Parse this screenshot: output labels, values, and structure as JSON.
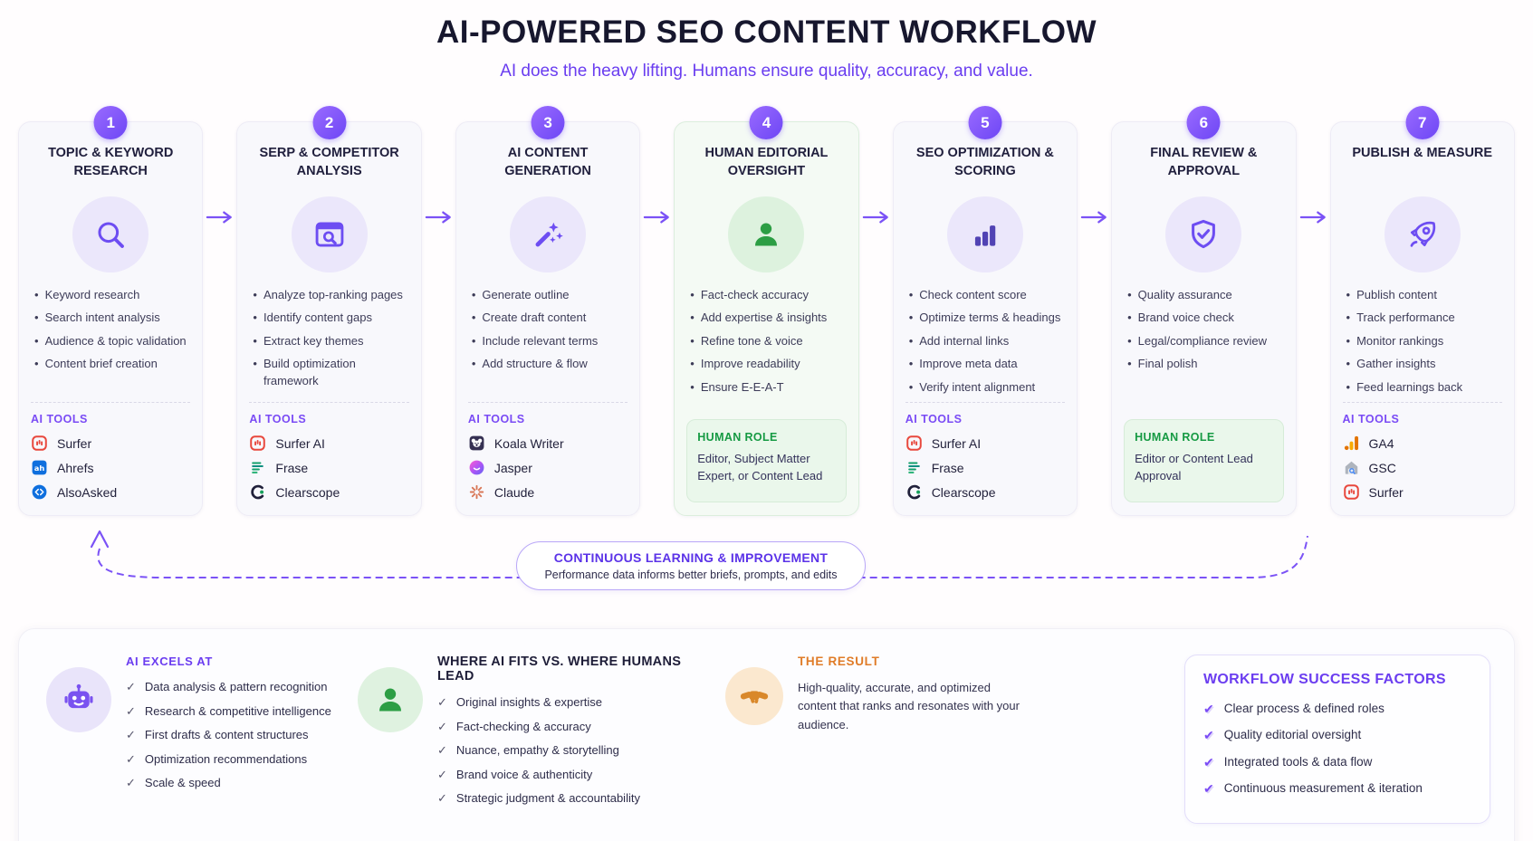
{
  "page": {
    "title": "AI-POWERED SEO CONTENT WORKFLOW",
    "subtitle": "AI does the heavy lifting. Humans ensure quality, accuracy, and value."
  },
  "colors": {
    "accent": "#6d4df2",
    "green": "#2c9e44",
    "orange": "#e07c28",
    "badge": "#7b52f6"
  },
  "steps": [
    {
      "number": "1",
      "title": "TOPIC & KEYWORD RESEARCH",
      "icon": "search-icon",
      "bullets": [
        "Keyword research",
        "Search intent analysis",
        "Audience & topic validation",
        "Content brief creation"
      ],
      "tools_label": "AI TOOLS",
      "tools": [
        {
          "name": "Surfer",
          "icon": "surfer-icon"
        },
        {
          "name": "Ahrefs",
          "icon": "ahrefs-icon"
        },
        {
          "name": "AlsoAsked",
          "icon": "alsoasked-icon"
        }
      ]
    },
    {
      "number": "2",
      "title": "SERP & COMPETITOR ANALYSIS",
      "icon": "serp-browser-icon",
      "bullets": [
        "Analyze top-ranking pages",
        "Identify content gaps",
        "Extract key themes",
        "Build optimization framework"
      ],
      "tools_label": "AI TOOLS",
      "tools": [
        {
          "name": "Surfer AI",
          "icon": "surfer-icon"
        },
        {
          "name": "Frase",
          "icon": "frase-icon"
        },
        {
          "name": "Clearscope",
          "icon": "clearscope-icon"
        }
      ]
    },
    {
      "number": "3",
      "title": "AI CONTENT GENERATION",
      "icon": "magic-wand-icon",
      "bullets": [
        "Generate outline",
        "Create draft content",
        "Include relevant terms",
        "Add structure & flow"
      ],
      "tools_label": "AI TOOLS",
      "tools": [
        {
          "name": "Koala Writer",
          "icon": "koala-icon"
        },
        {
          "name": "Jasper",
          "icon": "jasper-icon"
        },
        {
          "name": "Claude",
          "icon": "claude-icon"
        }
      ]
    },
    {
      "number": "4",
      "title": "HUMAN EDITORIAL OVERSIGHT",
      "icon": "person-icon",
      "theme": "green",
      "bullets": [
        "Fact-check accuracy",
        "Add expertise & insights",
        "Refine tone & voice",
        "Improve readability",
        "Ensure E-E-A-T"
      ],
      "role_label": "HUMAN ROLE",
      "role_text": "Editor, Subject Matter Expert, or Content Lead"
    },
    {
      "number": "5",
      "title": "SEO OPTIMIZATION & SCORING",
      "icon": "bar-chart-icon",
      "bullets": [
        "Check content score",
        "Optimize terms & headings",
        "Add internal links",
        "Improve meta data",
        "Verify intent alignment"
      ],
      "tools_label": "AI TOOLS",
      "tools": [
        {
          "name": "Surfer AI",
          "icon": "surfer-icon"
        },
        {
          "name": "Frase",
          "icon": "frase-icon"
        },
        {
          "name": "Clearscope",
          "icon": "clearscope-icon"
        }
      ]
    },
    {
      "number": "6",
      "title": "FINAL REVIEW & APPROVAL",
      "icon": "shield-check-icon",
      "bullets": [
        "Quality assurance",
        "Brand voice check",
        "Legal/compliance review",
        "Final polish"
      ],
      "role_label": "HUMAN ROLE",
      "role_text": "Editor or Content Lead Approval"
    },
    {
      "number": "7",
      "title": "PUBLISH & MEASURE",
      "icon": "rocket-icon",
      "bullets": [
        "Publish content",
        "Track performance",
        "Monitor rankings",
        "Gather insights",
        "Feed learnings back"
      ],
      "tools_label": "AI TOOLS",
      "tools": [
        {
          "name": "GA4",
          "icon": "ga4-icon"
        },
        {
          "name": "GSC",
          "icon": "gsc-icon"
        },
        {
          "name": "Surfer",
          "icon": "surfer-icon"
        }
      ]
    }
  ],
  "loop": {
    "title": "CONTINUOUS LEARNING & IMPROVEMENT",
    "subtitle": "Performance data informs better briefs, prompts, and edits"
  },
  "footer": {
    "ai_excels": {
      "title": "AI EXCELS AT",
      "items": [
        "Data analysis & pattern recognition",
        "Research & competitive intelligence",
        "First drafts & content structures",
        "Optimization recommendations",
        "Scale & speed"
      ]
    },
    "humans_lead": {
      "title": "WHERE AI FITS VS. WHERE HUMANS LEAD",
      "items": [
        "Original insights & expertise",
        "Fact-checking & accuracy",
        "Nuance, empathy & storytelling",
        "Brand voice & authenticity",
        "Strategic judgment & accountability"
      ]
    },
    "result": {
      "title": "THE RESULT",
      "text": "High-quality, accurate, and optimized content that ranks and resonates with your audience."
    },
    "success": {
      "title": "WORKFLOW SUCCESS FACTORS",
      "items": [
        "Clear process & defined roles",
        "Quality editorial oversight",
        "Integrated tools & data flow",
        "Continuous measurement & iteration"
      ]
    }
  }
}
